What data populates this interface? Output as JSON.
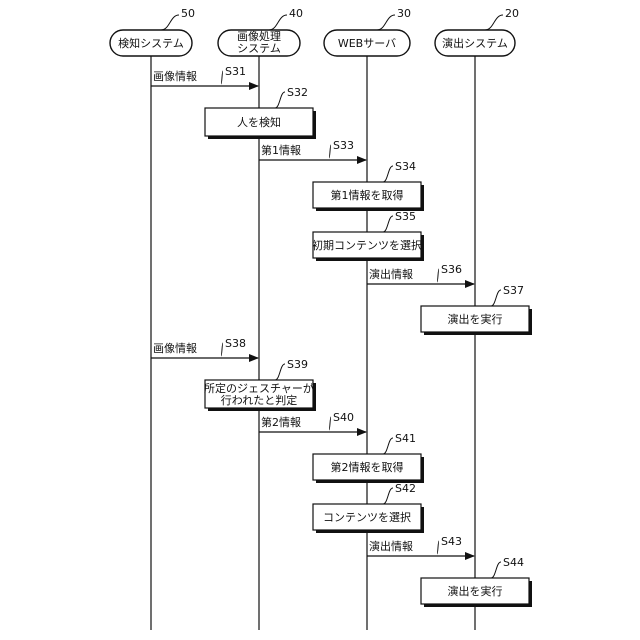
{
  "actors": [
    {
      "ref": "50",
      "name": [
        "検知システム"
      ]
    },
    {
      "ref": "40",
      "name": [
        "画像処理",
        "システム"
      ]
    },
    {
      "ref": "30",
      "name": [
        "WEBサーバ"
      ]
    },
    {
      "ref": "20",
      "name": [
        "演出システム"
      ]
    }
  ],
  "messages": [
    {
      "step": "S31",
      "from": 0,
      "to": 1,
      "label": "画像情報"
    },
    {
      "step": "S33",
      "from": 1,
      "to": 2,
      "label": "第1情報"
    },
    {
      "step": "S36",
      "from": 2,
      "to": 3,
      "label": "演出情報"
    },
    {
      "step": "S38",
      "from": 0,
      "to": 1,
      "label": "画像情報"
    },
    {
      "step": "S40",
      "from": 1,
      "to": 2,
      "label": "第2情報"
    },
    {
      "step": "S43",
      "from": 2,
      "to": 3,
      "label": "演出情報"
    }
  ],
  "processes": [
    {
      "step": "S32",
      "actor": 1,
      "text": [
        "人を検知"
      ]
    },
    {
      "step": "S34",
      "actor": 2,
      "text": [
        "第1情報を取得"
      ]
    },
    {
      "step": "S35",
      "actor": 2,
      "text": [
        "初期コンテンツを選択"
      ]
    },
    {
      "step": "S37",
      "actor": 3,
      "text": [
        "演出を実行"
      ]
    },
    {
      "step": "S39",
      "actor": 1,
      "text": [
        "所定のジェスチャーが",
        "行われたと判定"
      ]
    },
    {
      "step": "S41",
      "actor": 2,
      "text": [
        "第2情報を取得"
      ]
    },
    {
      "step": "S42",
      "actor": 2,
      "text": [
        "コンテンツを選択"
      ]
    },
    {
      "step": "S44",
      "actor": 3,
      "text": [
        "演出を実行"
      ]
    }
  ]
}
